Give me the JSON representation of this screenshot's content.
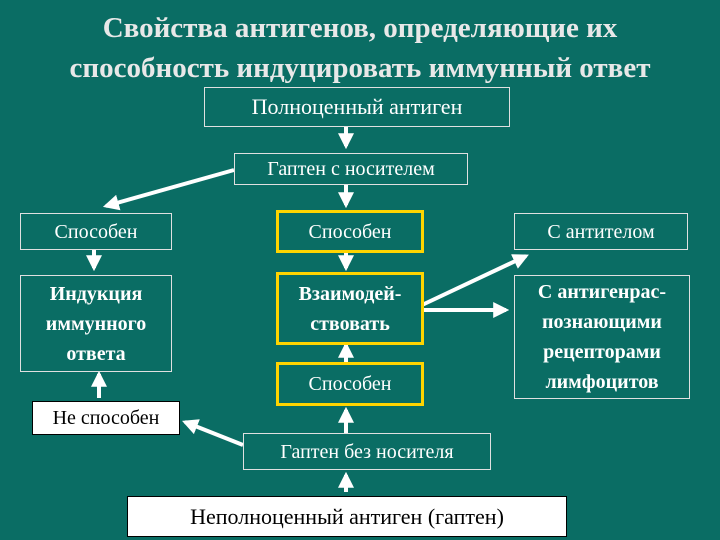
{
  "title": {
    "line1": "Свойства антигенов, определяющие их",
    "line2": "способность индуцировать иммунный ответ"
  },
  "boxes": {
    "full_antigen": "Полноценный антиген",
    "hapten_carrier": "Гаптен с носителем",
    "left_capable": "Способен",
    "mid_capable": "Способен",
    "right_antibody": "С антителом",
    "induction": "Индукция иммунного ответа",
    "interact": "Взаимодей-ствовать",
    "receptors": "С антигенрас-познающими рецепторами лимфоцитов",
    "mid_capable2": "Способен",
    "not_capable": "Не способен",
    "hapten_no_carrier": "Гаптен без носителя",
    "incomplete_antigen": "Неполноценный антиген (гаптен)"
  },
  "colors": {
    "background": "#0a6d64",
    "border": "#e0e0e0",
    "highlight": "#ffd400",
    "arrow": "#ffffff"
  }
}
